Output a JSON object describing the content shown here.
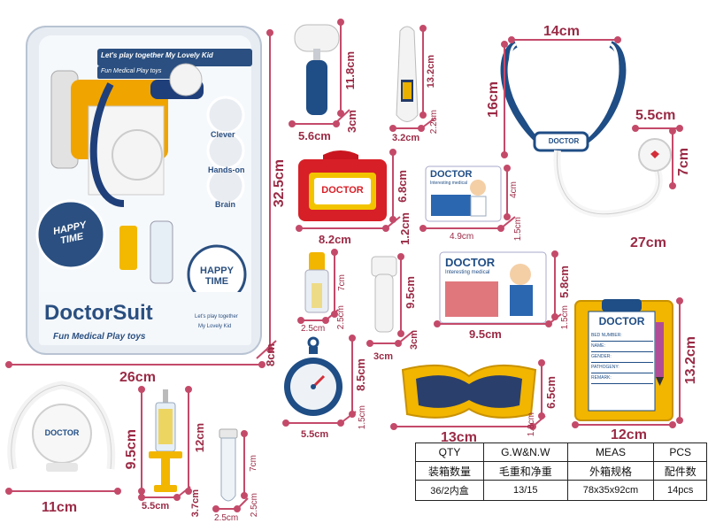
{
  "package": {
    "banner": "Let's play together My Lovely Kid",
    "subtitle_top": "Fun Medical Play toys",
    "brand": "DoctorSuit",
    "brand_sub": "Fun Medical Play toys",
    "badge_happy_time": "HAPPY\nTIME",
    "badge_happy_time_2": "HAPPY\nTIME",
    "feature_labels": [
      "Clever",
      "Hands-on",
      "Brain"
    ],
    "small_label_1": "Let's play together",
    "small_label_2": "My Lovely Kid"
  },
  "item_labels": {
    "doctor_card_title": "DOCTOR",
    "doctor_card_sub": "Interesting medical",
    "doctor_card2_title": "DOCTOR",
    "doctor_card2_sub": "Interesting medical",
    "case_logo": "DOCTOR",
    "clipboard_logo": "DOCTOR",
    "stethoscope_logo": "DOCTOR",
    "mirror_logo": "DOCTOR",
    "clipboard_lines": [
      "BED NUMBER:",
      "NAME:",
      "GENDER:",
      "PATHOGENY:",
      "REMARK:"
    ]
  },
  "dimensions": {
    "pkg_width": "26cm",
    "pkg_height": "32.5cm",
    "pkg_depth": "8cm",
    "reflex_h": "11.8cm",
    "reflex_w": "5.6cm",
    "reflex_d": "3cm",
    "thermo_h": "13.2cm",
    "thermo_w": "3.2cm",
    "thermo_d": "2.2cm",
    "steth_w": "14cm",
    "steth_h": "16cm",
    "steth_len": "27cm",
    "steth_piece_w": "5.5cm",
    "steth_piece_h": "7cm",
    "case_w": "8.2cm",
    "case_h": "6.8cm",
    "case_d": "1.2cm",
    "card_w": "4.9cm",
    "card_h": "4cm",
    "card_d": "1.5cm",
    "bottle_h": "7cm",
    "bottle_w": "2.5cm",
    "bottle_d": "2.5cm",
    "flash_h": "9.5cm",
    "flash_w": "3cm",
    "flash_d": "3cm",
    "card2_w": "9.5cm",
    "card2_h": "5.8cm",
    "card2_d": "1.5cm",
    "watch_h": "8.5cm",
    "watch_w": "5.5cm",
    "watch_d": "1.5cm",
    "mask_w": "13cm",
    "mask_h": "6.5cm",
    "mask_d": "1.8cm",
    "clip_w": "12cm",
    "clip_h": "13.2cm",
    "mirror_w": "11cm",
    "syringe_h": "12cm",
    "syringe_h2": "9.5cm",
    "syringe_w": "5.5cm",
    "syringe_d": "3.7cm",
    "tube_h": "7cm",
    "tube_w": "2.5cm",
    "tube_d": "2.5cm"
  },
  "spec_table": {
    "headers_en": [
      "QTY",
      "G.W&N.W",
      "MEAS",
      "PCS"
    ],
    "headers_cn": [
      "装箱数量",
      "毛重和净重",
      "外箱规格",
      "配件数"
    ],
    "values": [
      "36/2内盒",
      "13/15",
      "78x35x92cm",
      "14pcs"
    ]
  },
  "colors": {
    "dim_line": "#c44a6a",
    "navy": "#1f3f7a",
    "red": "#d81e2a",
    "yellow": "#f2b500"
  }
}
